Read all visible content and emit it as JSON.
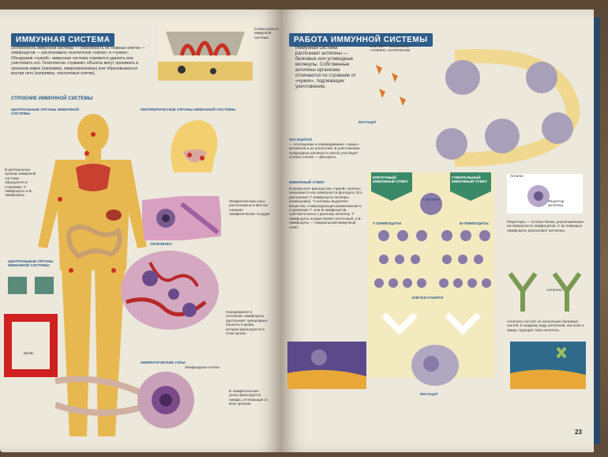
{
  "left_page": {
    "title": "ИММУННАЯ СИСТЕМА",
    "intro": "Особенность иммунной системы — способность ее главных клеток — лимфоцитов — распознавать генетически «своих» и «чужих». Обнаружив «чужой», иммунная система стремится удалить или уничтожить его. Генетически «чужими» объекты могут проникать в организм извне (например, микроорганизмы) или образовываться внутри него (например, опухолевые клетки).",
    "section_structure": "СТРОЕНИЕ ИММУННОЙ СИСТЕМЫ",
    "central_organs": "ЦЕНТРАЛЬНЫЕ ОРГАНЫ ИММУННОЙ СИСТЕМЫ",
    "peripheral_organs": "ПЕРИФЕРИЧЕСКИЕ ОРГАНЫ ИММУННОЙ СИСТЕМЫ",
    "top_label": "Схема работы иммунной системы",
    "bone_marrow_text": "В центральных органах иммунной системы образуются и созревают Т-лимфоциты и В-лимфоциты",
    "lymph_text": "Лимфатические узлы расположены в местах слияния лимфатических сосудов",
    "spleen_title": "СЕЛЕЗЕНКА",
    "spleen_text": "Находящиеся в селезенке лимфоциты распознают чужеродные объекты в крови, которая фильтруется в этом органе.",
    "lymph_node_label": "ЛИМФАТИЧЕСКИЕ УЗЛЫ",
    "lymph_cells": "Лимфоидные клетки",
    "lymph_filter": "В лимфатических узлах фильтруется лимфа, оттекающая от всех органов",
    "blood_label": "Кровь",
    "central_label_bottom": "ЦЕНТРАЛЬНЫЕ ОРГАНЫ ИММУННОЙ СИСТЕМЫ"
  },
  "right_page": {
    "title": "РАБОТА ИММУННОЙ СИСТЕМЫ",
    "intro": "Иммунная система распознает антигены — белковые или углеводные молекулы. Собственные антигены организма отличаются по строению от «чужих», подлежащих уничтожению.",
    "antigen_label": "КЛЕТКИ — НОСИТЕЛИ «ЧУЖИХ» АНТИГЕНОВ",
    "phago_title": "ФАГОЦИТОЗ",
    "phago_text": "— поглощение и переваривание «чужих» антигенов и их носителей. В уничтожении чужеродных молекул и клеток участвуют особые клетки — фагоциты.",
    "phagocyte": "ФАГОЦИТ",
    "immune_response_title": "ИММУННЫЙ ОТВЕТ",
    "immune_response_text": "В результате фагоцитоза «чужой» антиген оказывается на поверхности фагоцита. Его распознают Т-лимфоциты-хелперы (помощники). Т-хелперы выделяют вещества, стимулирующие размножение и созревание Т- или В-лимфоцитов, чувствительных к данному антигену. Т-лимфоциты осуществляют клеточный, а В-лимфоциты — гуморальный иммунный ответ.",
    "cellular": "КЛЕТОЧНЫЙ ИММУННЫЙ ОТВЕТ",
    "humoral": "ГУМОРАЛЬНЫЙ ИММУННЫЙ ОТВЕТ",
    "t_helper": "Т-ХЕЛПЕР",
    "t_lymph": "Т-ЛИМФОЦИТЫ",
    "b_lymph": "В-ЛИМФОЦИТЫ",
    "memory": "КЛЕТКИ ПАМЯТИ",
    "receptor_text": "Рецепторы — особые белки, расположенные на поверхности лимфоцитов. С их помощью лимфоциты распознают антигены.",
    "antibody_text": "Антитела состоят из нескольких белковых частей. К каждому виду антигенов, как ключ к замку, подходят свои антитела.",
    "antigen": "Антиген",
    "receptor": "Рецептор антигена",
    "antibody": "Антитело",
    "page_number": "23"
  },
  "colors": {
    "paper": "#ece8dc",
    "heading_blue": "#2f5d8a",
    "body_yellow": "#e8b850",
    "organ_red": "#c83020",
    "cell_purple": "#8a7aa8"
  }
}
